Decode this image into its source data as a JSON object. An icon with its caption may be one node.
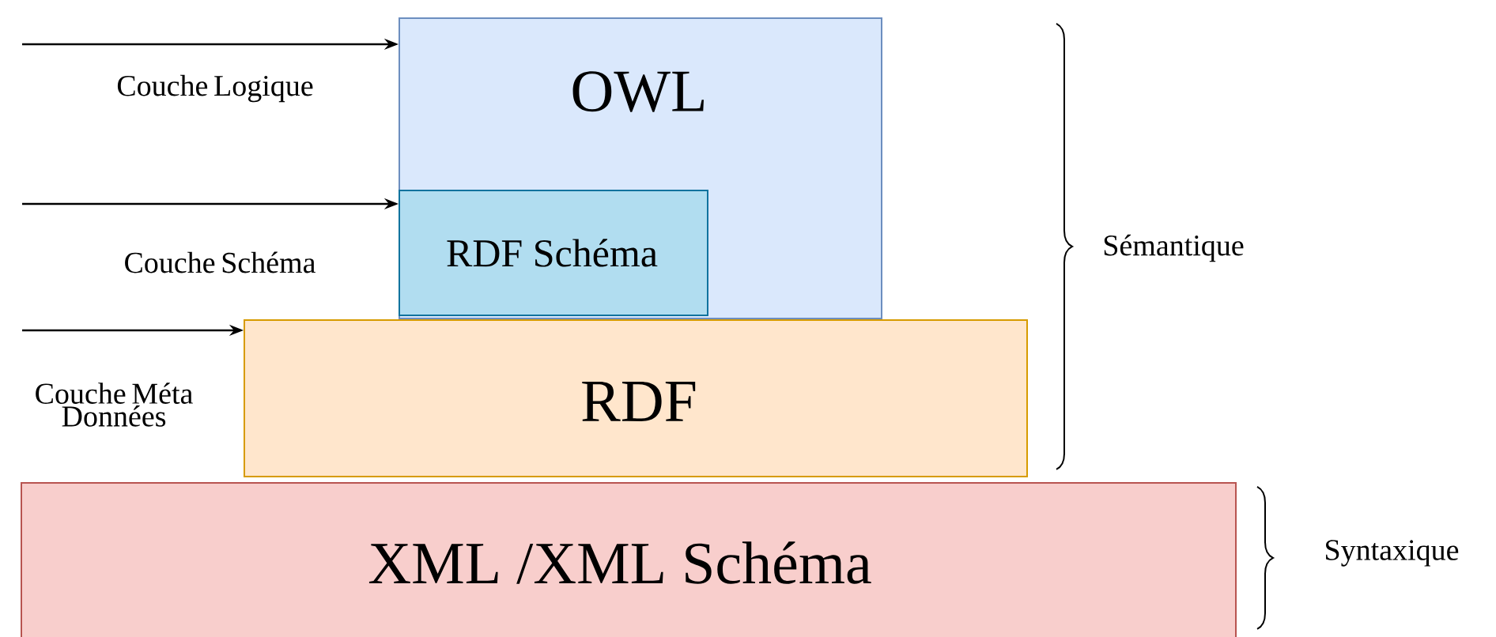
{
  "diagram": {
    "nodes": [
      {
        "text": [
          "OWL"
        ]
      },
      {
        "text": [
          "RDF Schéma"
        ],
        "in": 0
      },
      {
        "text": [
          "RDF"
        ]
      },
      {
        "text": [
          "XML /XML Schéma"
        ]
      }
    ],
    "edges": [
      {
        "from": null,
        "to": 0,
        "arrow": "to"
      },
      {
        "from": null,
        "to": 1,
        "arrow": "to"
      },
      {
        "from": null,
        "to": 2,
        "arrow": "to"
      }
    ],
    "labels": [
      "Couche Logique",
      "Couche Schéma",
      "Couche Méta Données",
      "Sémantique",
      "Syntaxique"
    ]
  }
}
